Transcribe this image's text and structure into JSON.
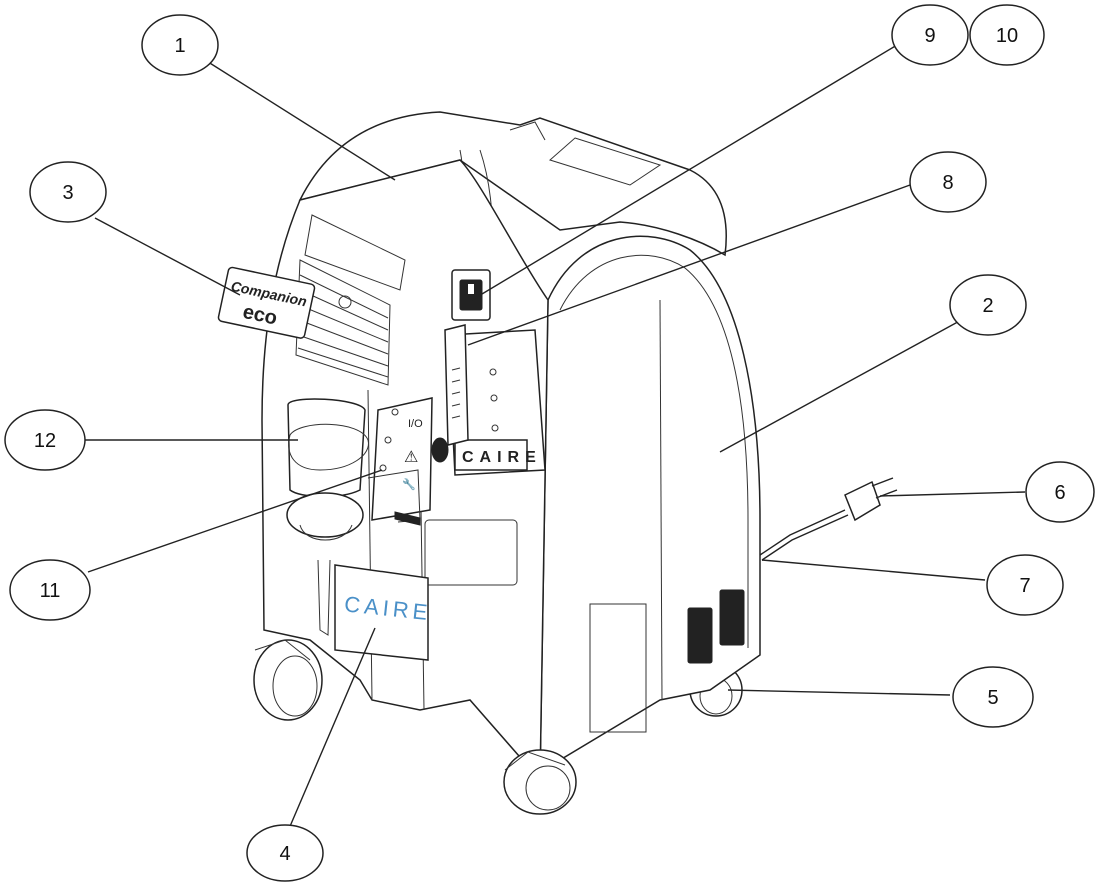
{
  "diagram": {
    "callouts": [
      {
        "id": "1",
        "label": "1"
      },
      {
        "id": "2",
        "label": "2"
      },
      {
        "id": "3",
        "label": "3"
      },
      {
        "id": "4",
        "label": "4"
      },
      {
        "id": "5",
        "label": "5"
      },
      {
        "id": "6",
        "label": "6"
      },
      {
        "id": "7",
        "label": "7"
      },
      {
        "id": "8",
        "label": "8"
      },
      {
        "id": "9",
        "label": "9"
      },
      {
        "id": "10",
        "label": "10"
      },
      {
        "id": "11",
        "label": "11"
      },
      {
        "id": "12",
        "label": "12"
      }
    ],
    "device": {
      "brand_label": "CAIRE",
      "panel_brand": "CAIRE",
      "logo_line1": "Companion",
      "logo_line2": "eco",
      "panel_icons": [
        "I/O",
        "⚠",
        "🔧"
      ]
    },
    "colors": {
      "line": "#222222",
      "brand_blue": "#4a90c8"
    }
  }
}
